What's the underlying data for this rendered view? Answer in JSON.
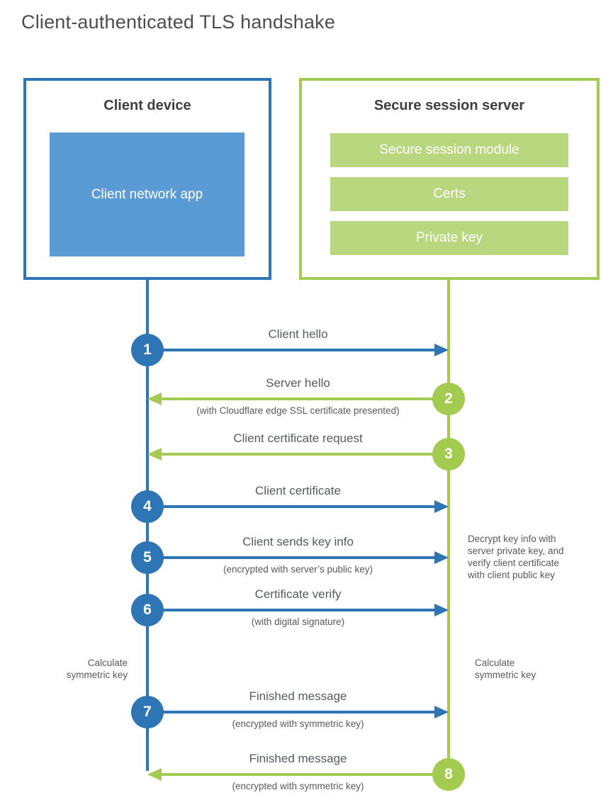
{
  "page": {
    "title": "Client-authenticated TLS handshake"
  },
  "colors": {
    "client_accent": "#2e75b6",
    "client_fill": "#5b9bd5",
    "server_accent": "#a2cb50",
    "server_fill": "#b8d77e",
    "heading_text": "#3f3f3f",
    "label_text": "#595959",
    "title_text": "#4d4d4d"
  },
  "client": {
    "title": "Client device",
    "app_label": "Client network app"
  },
  "server": {
    "title": "Secure session server",
    "modules": [
      "Secure session module",
      "Certs",
      "Private key"
    ]
  },
  "steps": [
    {
      "number": "1",
      "from": "client",
      "direction": "to-server",
      "label": "Client hello",
      "sublabel": ""
    },
    {
      "number": "2",
      "from": "server",
      "direction": "to-client",
      "label": "Server hello",
      "sublabel": "(with Cloudflare edge SSL certificate presented)"
    },
    {
      "number": "3",
      "from": "server",
      "direction": "to-client",
      "label": "Client certificate request",
      "sublabel": ""
    },
    {
      "number": "4",
      "from": "client",
      "direction": "to-server",
      "label": "Client certificate",
      "sublabel": ""
    },
    {
      "number": "5",
      "from": "client",
      "direction": "to-server",
      "label": "Client sends key info",
      "sublabel": "(encrypted with server’s public key)"
    },
    {
      "number": "6",
      "from": "client",
      "direction": "to-server",
      "label": "Certificate verify",
      "sublabel": "(with digital signature)"
    },
    {
      "number": "7",
      "from": "client",
      "direction": "to-server",
      "label": "Finished message",
      "sublabel": "(encrypted with symmetric key)"
    },
    {
      "number": "8",
      "from": "server",
      "direction": "to-client",
      "label": "Finished message",
      "sublabel": "(encrypted with symmetric key)"
    }
  ],
  "annotations": {
    "decrypt_note_lines": [
      "Decrypt key info with",
      "server private key, and",
      "verify client certificate",
      "with client public key"
    ],
    "calc_left_lines": [
      "Calculate",
      "symmetric key"
    ],
    "calc_right_lines": [
      "Calculate",
      "symmetric key"
    ]
  }
}
